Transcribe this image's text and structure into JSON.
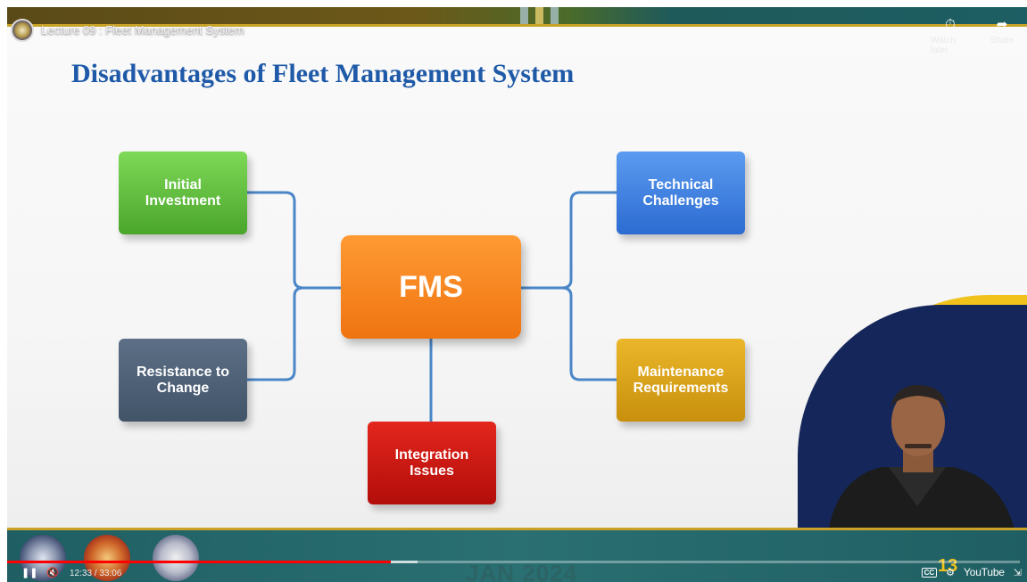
{
  "player": {
    "video_title": "Lecture 09 : Fleet Management System",
    "watch_later_label": "Watch later",
    "share_label": "Share",
    "current_time": "12:33",
    "duration": "33:06",
    "time_display": "12:33 / 33:06",
    "progress_fraction": 0.379,
    "youtube_label": "YouTube"
  },
  "slide": {
    "title": "Disadvantages of Fleet Management System",
    "center_node": "FMS",
    "nodes": {
      "initial_investment": [
        "Initial",
        "Investment"
      ],
      "technical_challenges": [
        "Technical",
        "Challenges"
      ],
      "resistance_to_change": [
        "Resistance to",
        "Change"
      ],
      "maintenance_requirements": [
        "Maintenance",
        "Requirements"
      ],
      "integration_issues": [
        "Integration",
        "Issues"
      ]
    },
    "slide_number": "13",
    "watermark": "JAN 2024"
  },
  "colors": {
    "title": "#1f5aa8",
    "connector": "#4a86c8",
    "initial_investment": "#5cbb3a",
    "technical_challenges": "#3f83e0",
    "resistance_to_change": "#4d5f76",
    "maintenance_requirements": "#dca11a",
    "integration_issues": "#cc1611",
    "fms": "#f7851f",
    "banner": "#1f5f63",
    "accent_gold": "#c9a227"
  }
}
